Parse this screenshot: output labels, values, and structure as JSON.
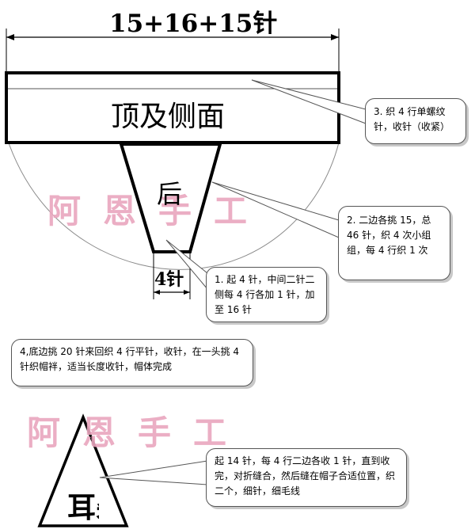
{
  "top_width_label": "15+16+15针",
  "main_band_label": "顶及侧面",
  "back_label": "后",
  "bottom_width_label": "4针",
  "ear_flap_label": "耳朵",
  "watermark": "阿恩手工",
  "notes": {
    "n3": "3. 织 4 行单螺纹针，收针（收紧）",
    "n2": "2. 二边各挑 15，总 46 针，织 4 次小组组，每 4 行织 1 次",
    "n1": "1. 起 4 针，中间二针二侧每 4 行各加 1 针，加至 16 针",
    "n4": "4,底边挑 20 针来回织 4 行平针，收针，在一头挑 4 针织帽袢，适当长度收针，帽体完成",
    "n5": "起 14 针，每 4 行二边各收 1 针，直到收完，对折缝合，然后缝在帽子合适位置，织二个，细针，细毛线"
  },
  "colors": {
    "watermark": "#e9a6be",
    "line": "#000000"
  }
}
